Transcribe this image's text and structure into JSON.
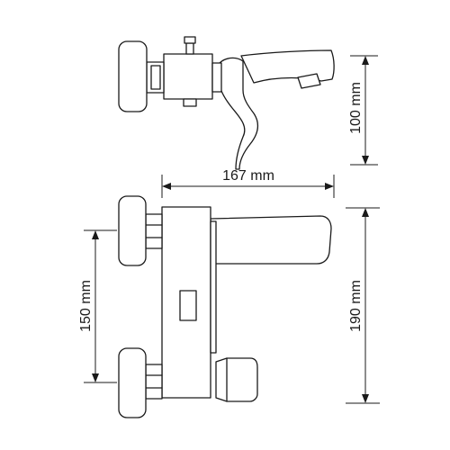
{
  "dimensions": {
    "top_height": "100 mm",
    "depth": "167 mm",
    "inlet_spacing": "150 mm",
    "front_height": "190 mm"
  }
}
